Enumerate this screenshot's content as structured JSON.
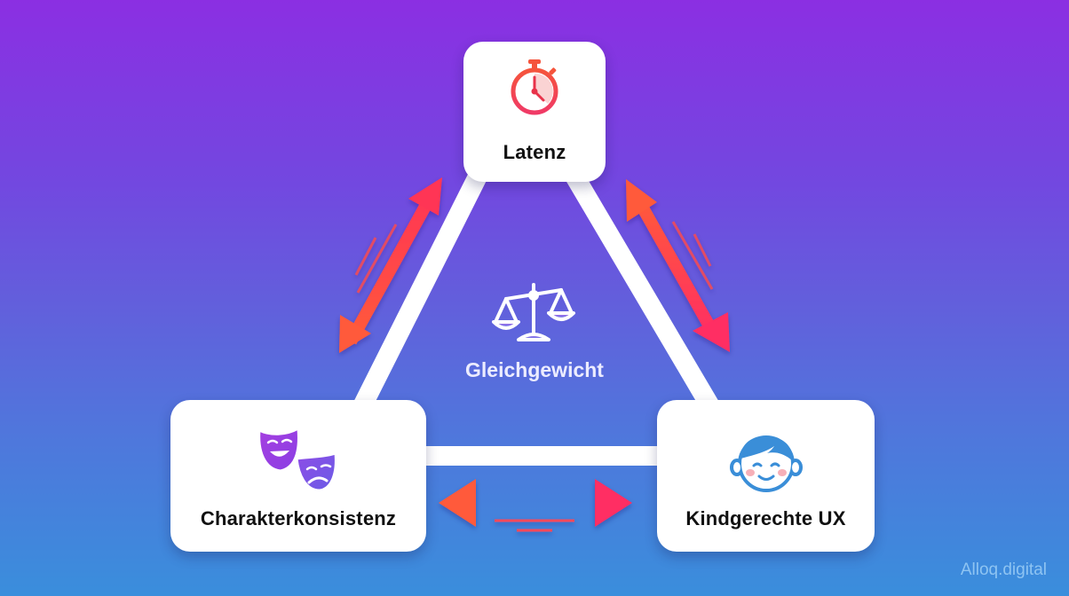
{
  "diagram": {
    "type": "triangle-tradeoff",
    "nodes": [
      {
        "id": "latenz",
        "label": "Latenz",
        "icon": "stopwatch-icon",
        "icon_color": "#F0424E"
      },
      {
        "id": "charakterkonsistenz",
        "label": "Charakterkonsistenz",
        "icon": "theater-masks-icon",
        "icon_color": "#9A3FE0"
      },
      {
        "id": "kindgerechte_ux",
        "label": "Kindgerechte UX",
        "icon": "child-face-icon",
        "icon_color": "#3A8ED8"
      }
    ],
    "center": {
      "label": "Gleichgewicht",
      "icon": "balance-scale-icon"
    },
    "edges": [
      {
        "from": "latenz",
        "to": "charakterkonsistenz",
        "arrow": "bidirectional"
      },
      {
        "from": "latenz",
        "to": "kindgerechte_ux",
        "arrow": "bidirectional"
      },
      {
        "from": "charakterkonsistenz",
        "to": "kindgerechte_ux",
        "arrow": "bidirectional"
      }
    ]
  },
  "watermark": "Alloq.digital",
  "colors": {
    "bg_top": "#8B2FE2",
    "bg_bottom": "#3A8EDC",
    "arrow_start": "#FF5A3A",
    "arrow_end": "#FF2E63",
    "card": "#FFFFFF",
    "connector": "#FFFFFF"
  }
}
